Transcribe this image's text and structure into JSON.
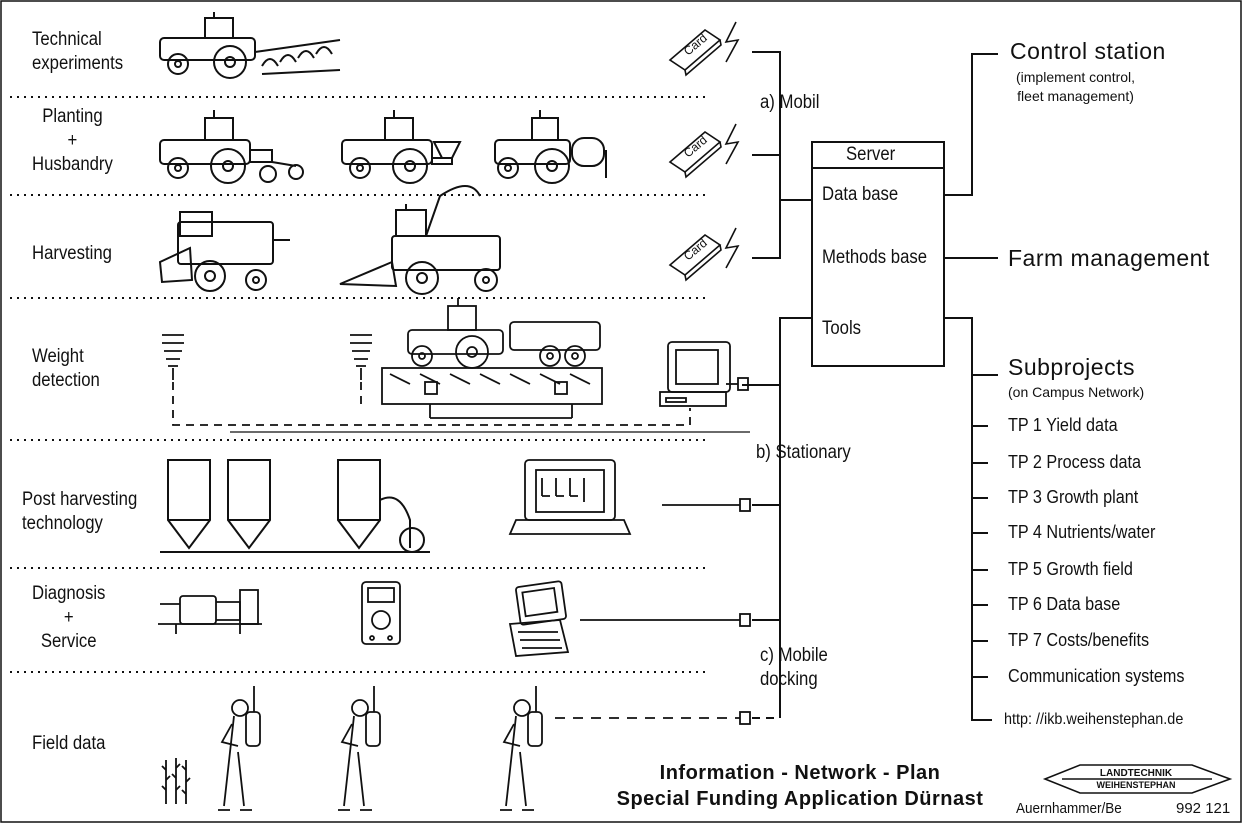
{
  "categories": {
    "technical": "Technical\nexperiments",
    "planting": "Planting\n+\nHusbandry",
    "harvesting": "Harvesting",
    "weight": "Weight\ndetection",
    "post": "Post harvesting\ntechnology",
    "diagnosis": "Diagnosis\n+\nService",
    "field": "Field data"
  },
  "card_label": "Card",
  "links": {
    "mobil": "a) Mobil",
    "stationary": "b) Stationary",
    "mobile_docking": "c) Mobile\ndocking"
  },
  "server": {
    "header": "Server",
    "data_base": "Data base",
    "methods_base": "Methods base",
    "tools": "Tools"
  },
  "control_station": {
    "title": "Control station",
    "subtitle": "(implement control,\nfleet management)"
  },
  "farm_management": "Farm management",
  "subprojects": {
    "title": "Subprojects",
    "subtitle": "(on Campus Network)",
    "items": [
      "TP 1 Yield data",
      "TP 2 Process data",
      "TP 3 Growth plant",
      "TP 4 Nutrients/water",
      "TP 5 Growth field",
      "TP 6 Data base",
      "TP 7 Costs/benefits",
      "Communication systems"
    ],
    "url": "http: //ikb.weihenstephan.de"
  },
  "footer": {
    "title_line1": "Information - Network - Plan",
    "title_line2": "Special Funding Application Dürnast",
    "logo_line1": "LANDTECHNIK",
    "logo_line2": "WEIHENSTEPHAN",
    "author": "Auernhammer/Be",
    "number": "992 121"
  }
}
